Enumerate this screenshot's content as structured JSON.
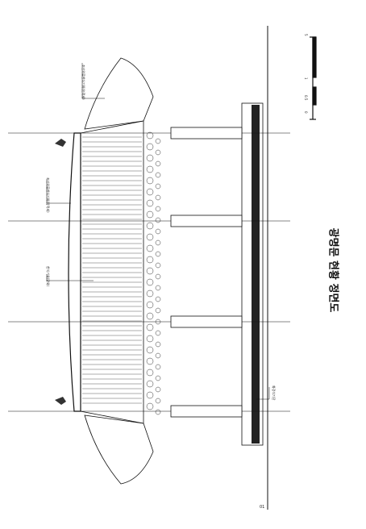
{
  "drawing": {
    "title": "광명문 현황 정면도",
    "annotations": [
      "조선외류한식기와(숫막새)",
      "조선외류한식기와(암막새)",
      "한식기와(망와)",
      "화강석기단"
    ],
    "scale_bar": {
      "labels": [
        "0",
        "0.5",
        "1",
        "5"
      ]
    },
    "sheet_mark": "01"
  }
}
